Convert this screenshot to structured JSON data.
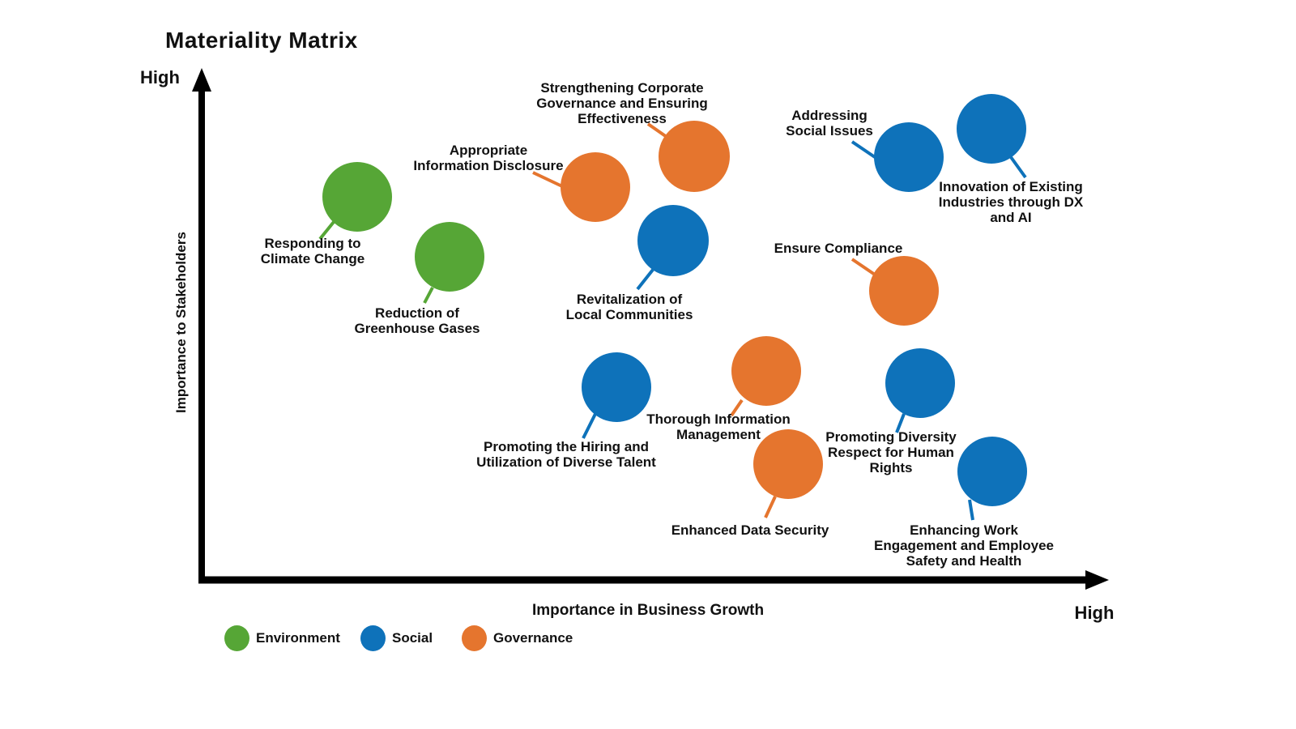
{
  "title": "Materiality Matrix",
  "axis": {
    "y_top_label": "High",
    "x_right_label": "High",
    "y_title": "Importance to Stakeholders",
    "x_title": "Importance in Business Growth"
  },
  "colors": {
    "environment": "#56A636",
    "social": "#0E72BA",
    "governance": "#E5752E",
    "axis": "#000000",
    "text": "#111111"
  },
  "legend": [
    {
      "label": "Environment",
      "color_key": "environment"
    },
    {
      "label": "Social",
      "color_key": "social"
    },
    {
      "label": "Governance",
      "color_key": "governance"
    }
  ],
  "chart_data": {
    "type": "scatter",
    "title": "Materiality Matrix",
    "xlabel": "Importance in Business Growth",
    "ylabel": "Importance to Stakeholders",
    "x_axis_range_label": {
      "min": "",
      "max": "High"
    },
    "y_axis_range_label": {
      "min": "",
      "max": "High"
    },
    "axes_unitless": true,
    "value_scale": "0-100 estimated relative importance",
    "grid": false,
    "legend_position": "bottom-left",
    "bubble_radius_px": 43,
    "series": [
      {
        "name": "Environment",
        "color_key": "environment",
        "points": [
          {
            "label": "Responding to Climate Change",
            "label_lines": [
              "Responding to",
              "Climate Change"
            ],
            "x": 17,
            "y": 75,
            "px": {
              "cx": 441,
              "cy": 243,
              "r": 43,
              "label_x": 386,
              "label_y": 291,
              "leader": [
                412,
                274,
                395,
                295
              ]
            }
          },
          {
            "label": "Reduction of Greenhouse Gases",
            "label_lines": [
              "Reduction of",
              "Greenhouse Gases"
            ],
            "x": 27,
            "y": 64,
            "px": {
              "cx": 555,
              "cy": 317,
              "r": 43,
              "label_x": 515,
              "label_y": 377,
              "leader": [
                534,
                355,
                524,
                374
              ]
            }
          }
        ]
      },
      {
        "name": "Social",
        "color_key": "social",
        "points": [
          {
            "label": "Addressing Social Issues",
            "label_lines": [
              "Addressing",
              "Social Issues"
            ],
            "x": 78,
            "y": 83,
            "px": {
              "cx": 1122,
              "cy": 194,
              "r": 43,
              "label_x": 1024,
              "label_y": 133,
              "leader": [
                1052,
                175,
                1083,
                196
              ]
            }
          },
          {
            "label": "Innovation of Existing Industries through DX and AI",
            "label_lines": [
              "Innovation of Existing",
              "Industries through DX",
              "and AI"
            ],
            "x": 87,
            "y": 89,
            "px": {
              "cx": 1224,
              "cy": 159,
              "r": 43,
              "label_x": 1248,
              "label_y": 221,
              "leader": [
                1248,
                194,
                1266,
                219
              ]
            }
          },
          {
            "label": "Revitalization of Local Communities",
            "label_lines": [
              "Revitalization of",
              "Local Communities"
            ],
            "x": 52,
            "y": 67,
            "px": {
              "cx": 831,
              "cy": 297,
              "r": 44,
              "label_x": 777,
              "label_y": 360,
              "leader": [
                806,
                333,
                787,
                357
              ]
            }
          },
          {
            "label": "Promoting the Hiring and Utilization of Diverse Talent",
            "label_lines": [
              "Promoting the Hiring and",
              "Utilization of Diverse Talent"
            ],
            "x": 46,
            "y": 38,
            "px": {
              "cx": 761,
              "cy": 478,
              "r": 43,
              "label_x": 699,
              "label_y": 542,
              "leader": [
                735,
                511,
                720,
                541
              ]
            }
          },
          {
            "label": "Promoting Diversity Respect for Human Rights",
            "label_lines": [
              "Promoting Diversity",
              "Respect for Human",
              "Rights"
            ],
            "x": 79,
            "y": 39,
            "px": {
              "cx": 1136,
              "cy": 473,
              "r": 43,
              "label_x": 1100,
              "label_y": 530,
              "leader": [
                1116,
                511,
                1107,
                534
              ]
            }
          },
          {
            "label": "Enhancing Work Engagement and Employee Safety and Health",
            "label_lines": [
              "Enhancing Work",
              "Engagement and Employee",
              "Safety and Health"
            ],
            "x": 87,
            "y": 21,
            "px": {
              "cx": 1225,
              "cy": 582,
              "r": 43,
              "label_x": 1190,
              "label_y": 645,
              "leader": [
                1197,
                617,
                1201,
                642
              ]
            }
          }
        ]
      },
      {
        "name": "Governance",
        "color_key": "governance",
        "points": [
          {
            "label": "Appropriate Information Disclosure",
            "label_lines": [
              "Appropriate",
              "Information Disclosure"
            ],
            "x": 43,
            "y": 77,
            "px": {
              "cx": 735,
              "cy": 231,
              "r": 43,
              "label_x": 603,
              "label_y": 176,
              "leader": [
                658,
                213,
                694,
                230
              ]
            }
          },
          {
            "label": "Strengthening Corporate Governance and Ensuring Effectiveness",
            "label_lines": [
              "Strengthening Corporate",
              "Governance and Ensuring",
              "Effectiveness"
            ],
            "x": 54,
            "y": 83,
            "px": {
              "cx": 857,
              "cy": 193,
              "r": 44,
              "label_x": 768,
              "label_y": 99,
              "leader": [
                800,
                153,
                823,
                169
              ]
            }
          },
          {
            "label": "Ensure Compliance",
            "label_lines": [
              "Ensure Compliance"
            ],
            "x": 77,
            "y": 57,
            "px": {
              "cx": 1116,
              "cy": 359,
              "r": 43,
              "label_x": 1035,
              "label_y": 297,
              "leader": [
                1052,
                320,
                1080,
                339
              ]
            }
          },
          {
            "label": "Thorough Information Management",
            "label_lines": [
              "Thorough Information",
              "Management"
            ],
            "x": 62,
            "y": 41,
            "px": {
              "cx": 946,
              "cy": 458,
              "r": 43,
              "label_x": 887,
              "label_y": 508,
              "leader": [
                916,
                494,
                903,
                513
              ]
            }
          },
          {
            "label": "Enhanced Data Security",
            "label_lines": [
              "Enhanced Data Security"
            ],
            "x": 65,
            "y": 23,
            "px": {
              "cx": 973,
              "cy": 573,
              "r": 43,
              "label_x": 926,
              "label_y": 645,
              "leader": [
                957,
                613,
                945,
                639
              ]
            }
          }
        ]
      }
    ]
  }
}
